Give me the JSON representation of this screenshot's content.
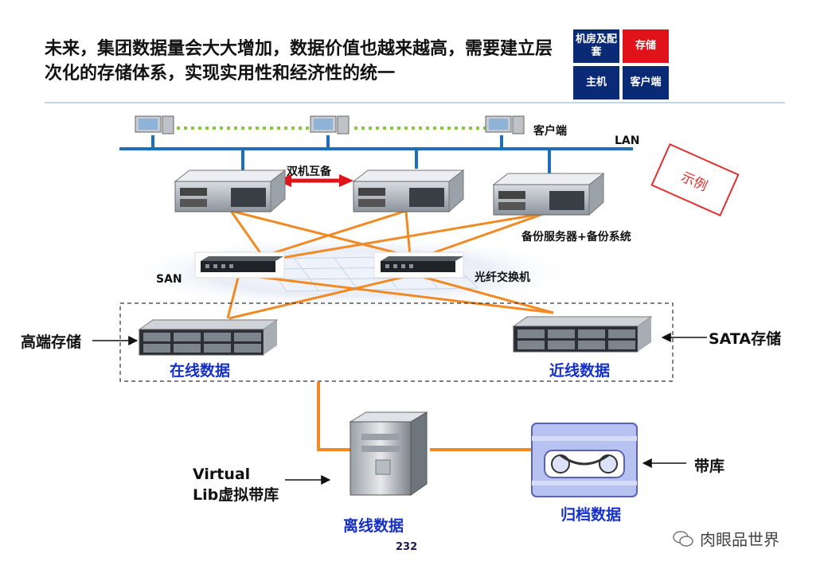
{
  "header": {
    "title": "未来，集团数据量会大大增加，数据价值也越来越高，需要建立层次化的存储体系，实现实用性和经济性的统一",
    "nav": [
      {
        "label": "机房及配套",
        "active": false
      },
      {
        "label": "存储",
        "active": true
      },
      {
        "label": "主机",
        "active": false
      },
      {
        "label": "客户端",
        "active": false
      }
    ]
  },
  "diagram": {
    "client_label": "客户端",
    "lan_label": "LAN",
    "ha_label": "双机互备",
    "backup_label": "备份服务器+备份系统",
    "san_label": "SAN",
    "fc_switch_label": "光纤交换机",
    "highend_label": "高端存储",
    "sata_label": "SATA存储",
    "online_label": "在线数据",
    "nearline_label": "近线数据",
    "vlib_label": "Virtual Lib虚拟带库",
    "offline_label": "离线数据",
    "tape_label": "带库",
    "archive_label": "归档数据",
    "stamp": "示例"
  },
  "footer": {
    "page_number": "232",
    "watermark": "肉眼品世界"
  },
  "colors": {
    "nav_blue": "#0a2a75",
    "nav_red": "#e0131a",
    "orange_link": "#f08a24",
    "lan_blue": "#1e6fb8",
    "lan_green_dots": "#8dc63f",
    "label_blue": "#1530c9"
  }
}
